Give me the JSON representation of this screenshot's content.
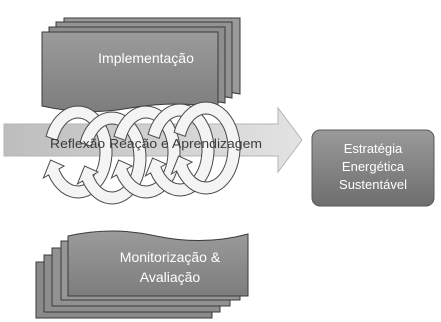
{
  "implementation": {
    "label": "Implementação"
  },
  "cycle_arrow": {
    "label": "Reflexão Reação e Aprendizagem"
  },
  "strategy": {
    "lines": [
      "Estratégia",
      "Energética",
      "Sustentável"
    ]
  },
  "monitoring": {
    "lines": [
      "Monitorização &",
      "Avaliação"
    ]
  },
  "colors": {
    "doc_fill": "#8c8c8c",
    "doc_back": "#8e8e8e",
    "doc_stroke": "#3a3a3a",
    "arrow_fill": "#cfcfcf",
    "box_fill": "#8a8a8a",
    "swirl_fill": "#f4f4f4"
  }
}
